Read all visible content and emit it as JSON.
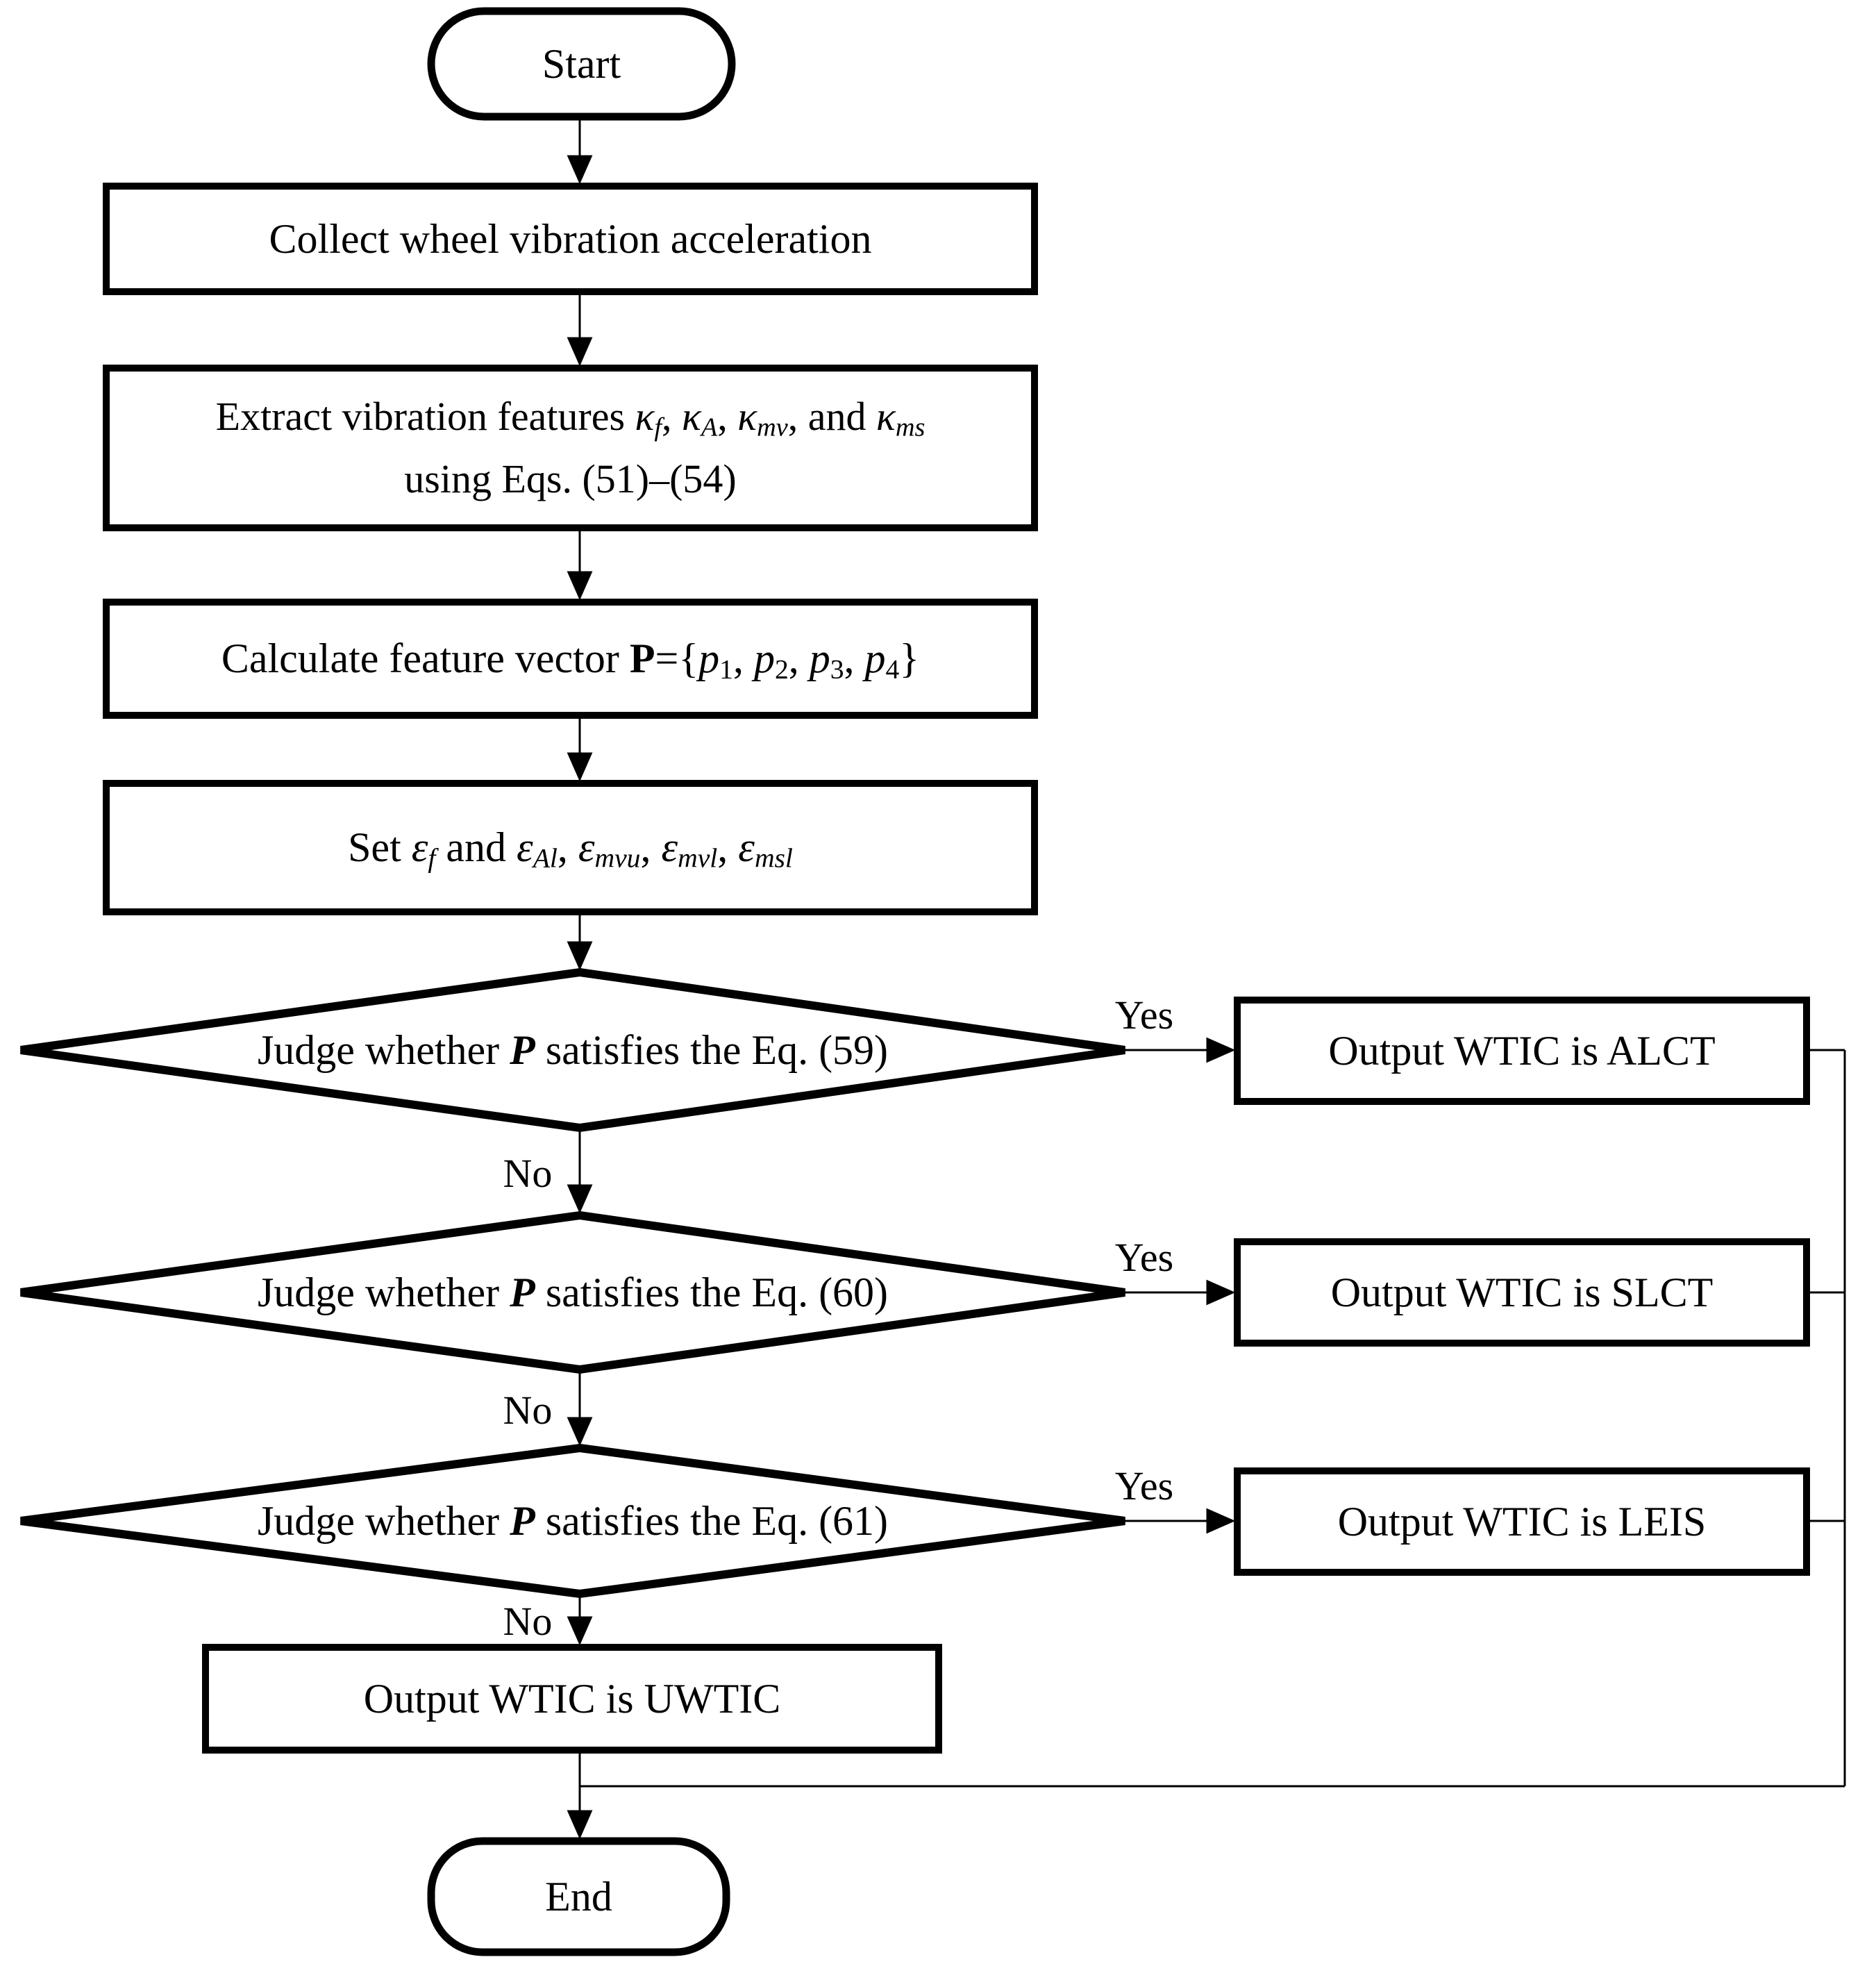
{
  "colors": {
    "ink": "#000000",
    "background": "#ffffff"
  },
  "nodes": {
    "start": {
      "label": "Start"
    },
    "collect": {
      "label": "Collect wheel vibration acceleration"
    },
    "extract": {
      "l1": [
        "Extract vibration features ",
        "κ",
        "f",
        ", ",
        "κ",
        "A",
        ", ",
        "κ",
        "mv",
        ", and ",
        "κ",
        "ms"
      ],
      "l2": "using Eqs. (51)–(54)"
    },
    "calc": {
      "l": [
        "Calculate feature vector ",
        "P",
        "={",
        "p",
        "1",
        ", ",
        "p",
        "2",
        ", ",
        "p",
        "3",
        ", ",
        "p",
        "4",
        "}"
      ]
    },
    "set": {
      "l": [
        "Set ",
        "ε",
        "f",
        " and ",
        "ε",
        "Al",
        ", ",
        "ε",
        "mvu",
        ", ",
        "ε",
        "mvl",
        ", ",
        "ε",
        "msl"
      ]
    },
    "judge1": {
      "l": [
        "Judge whether ",
        "P",
        " satisfies the Eq. (59)"
      ]
    },
    "judge2": {
      "l": [
        "Judge whether ",
        "P",
        " satisfies the Eq. (60)"
      ]
    },
    "judge3": {
      "l": [
        "Judge whether ",
        "P",
        " satisfies the Eq. (61)"
      ]
    },
    "out_alct": {
      "label": "Output WTIC is ALCT"
    },
    "out_slct": {
      "label": "Output WTIC is SLCT"
    },
    "out_leis": {
      "label": "Output WTIC is LEIS"
    },
    "out_uwtic": {
      "label": "Output WTIC is UWTIC"
    },
    "end": {
      "label": "End"
    }
  },
  "edge_labels": {
    "yes1": "Yes",
    "yes2": "Yes",
    "yes3": "Yes",
    "no1": "No",
    "no2": "No",
    "no3": "No"
  }
}
